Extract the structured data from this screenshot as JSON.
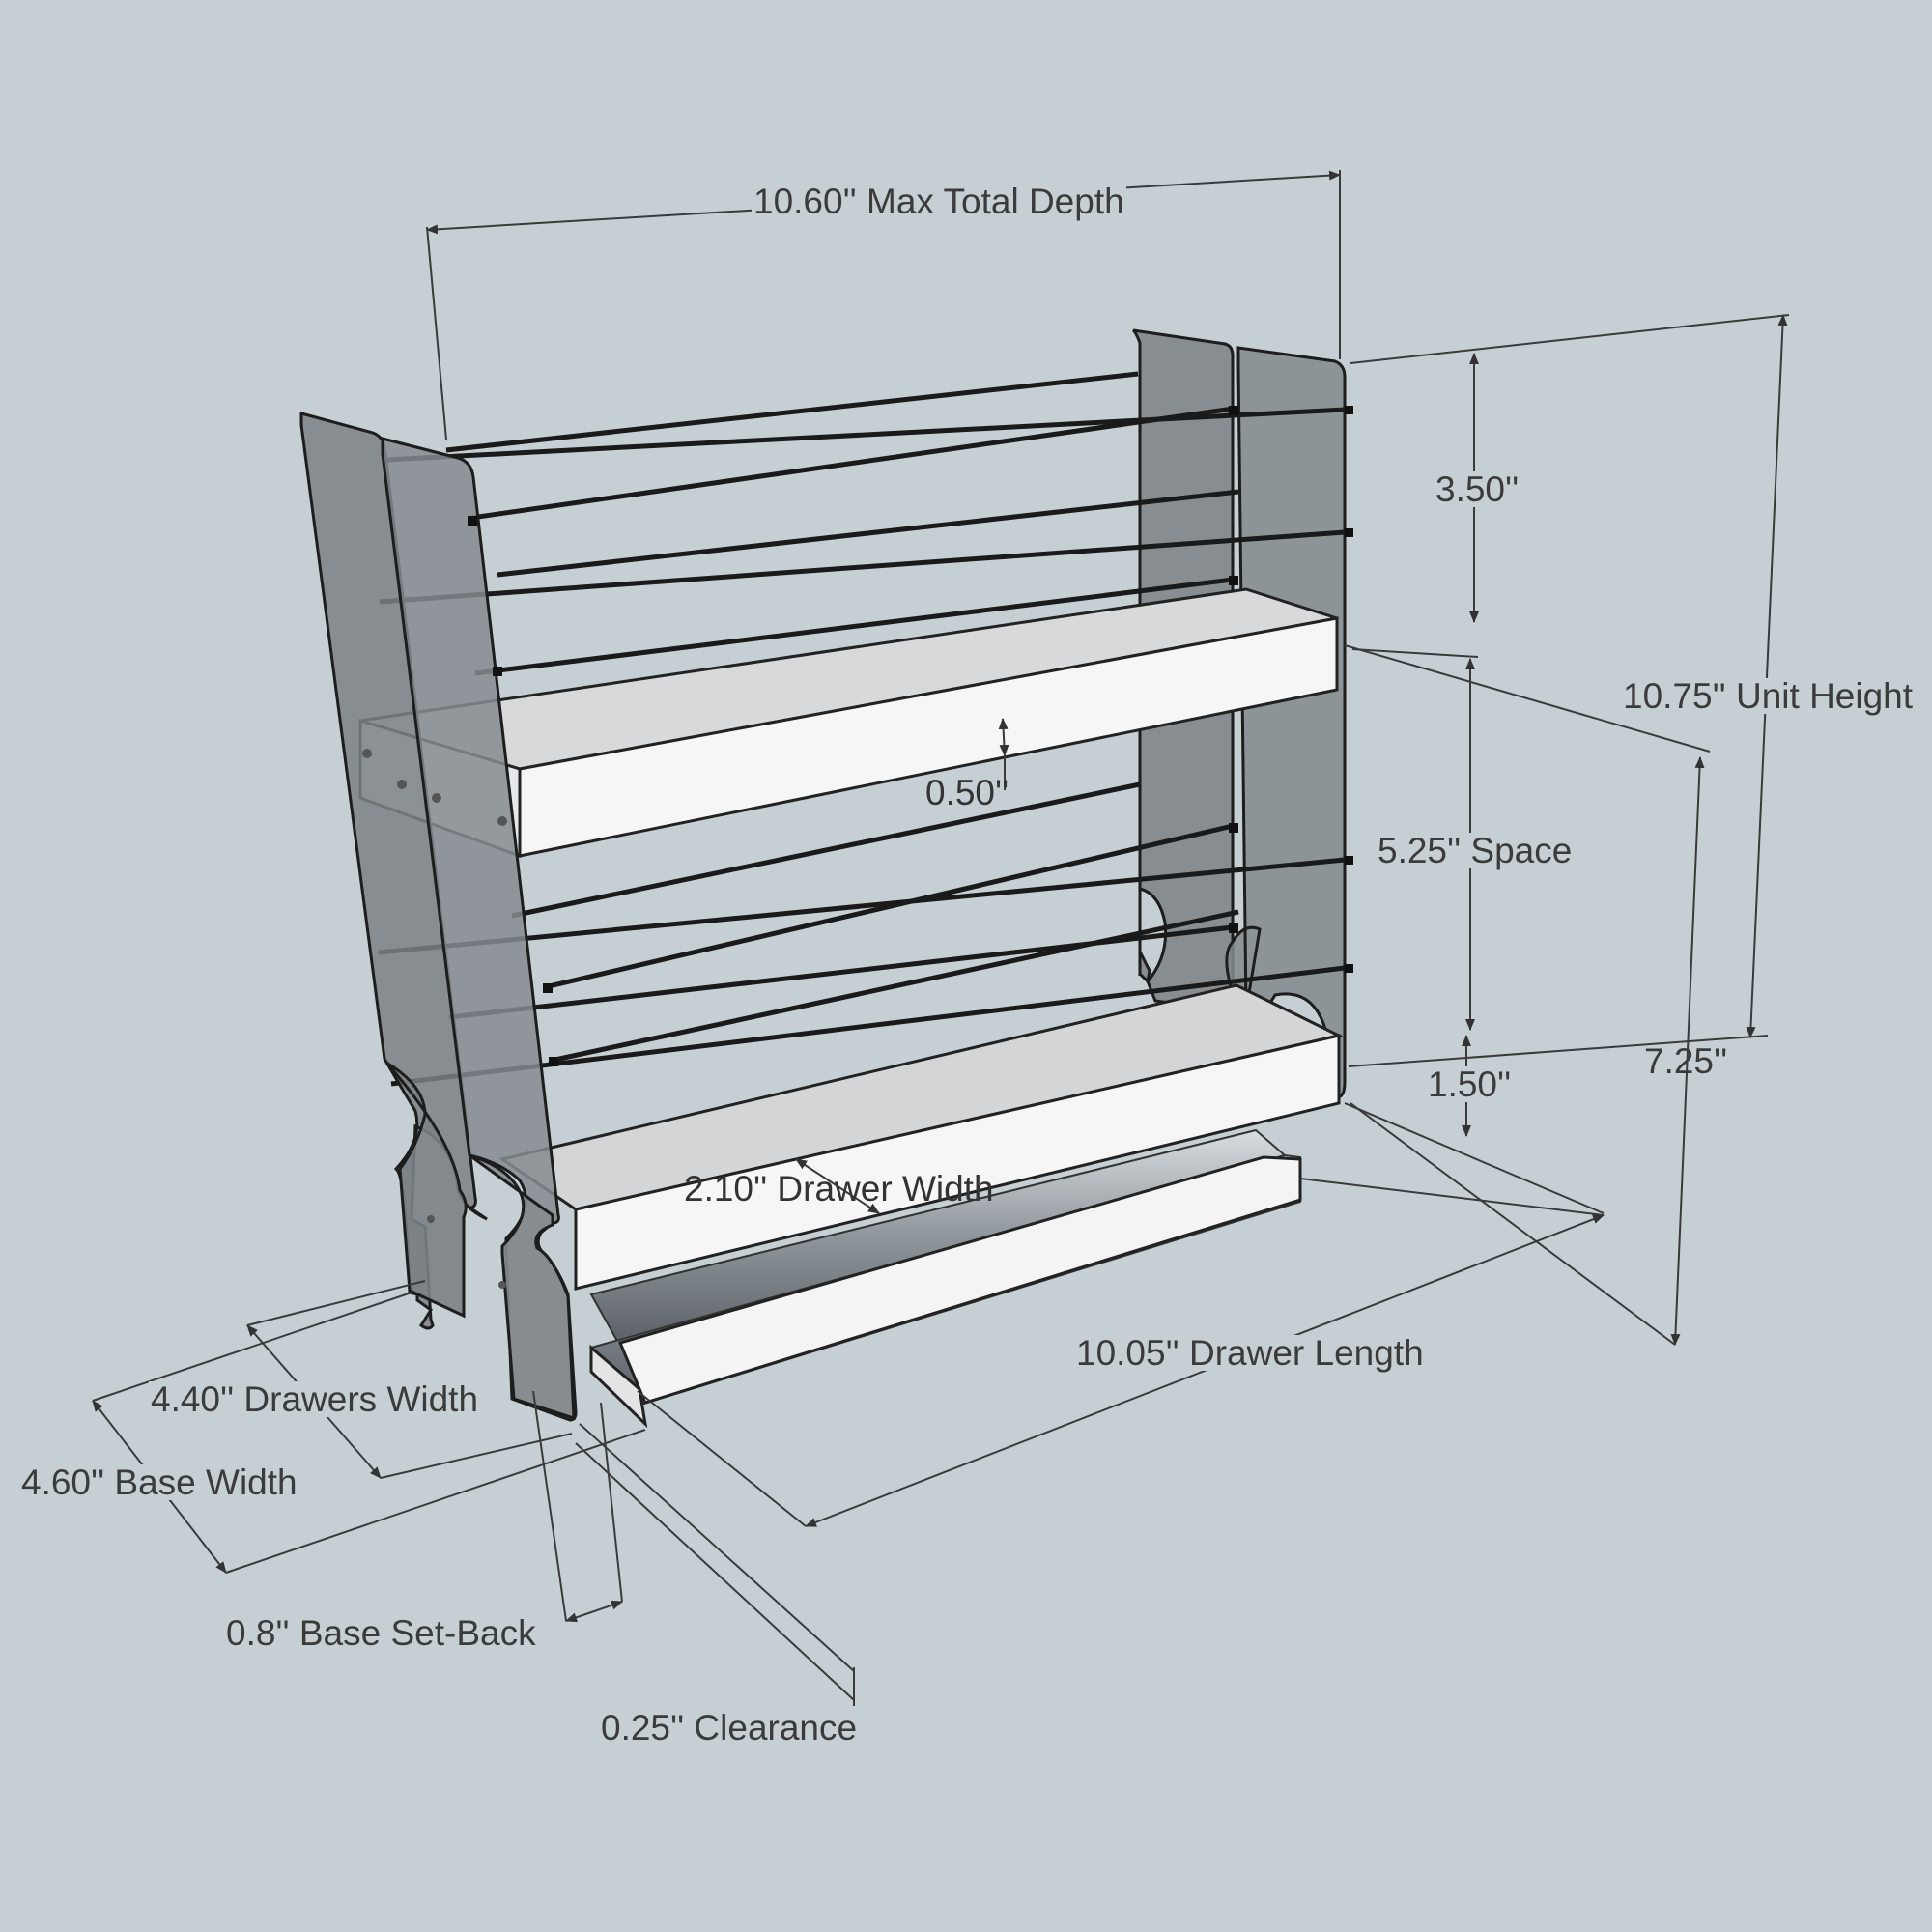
{
  "diagram": {
    "subject": "two-tier pull-out spice rack",
    "dimensions": {
      "max_total_depth": "10.60'' Max Total Depth",
      "top_gap": "3.50''",
      "unit_height": "10.75'' Unit Height",
      "shelf_thickness": "0.50''",
      "space": "5.25'' Space",
      "bottom_gap": "1.50''",
      "inner_height": "7.25''",
      "drawer_width": "2.10'' Drawer Width",
      "drawer_length": "10.05'' Drawer Length",
      "drawers_width": "4.40'' Drawers Width",
      "base_width": "4.60'' Base Width",
      "base_setback": "0.8'' Base Set-Back",
      "clearance": "0.25'' Clearance"
    },
    "colors": {
      "background": "#c6d0d4",
      "panel": "#7b8185",
      "shelf": "#f4f4f4",
      "rail": "#1a1a1a",
      "dimension_line": "#3a3a3a"
    }
  }
}
